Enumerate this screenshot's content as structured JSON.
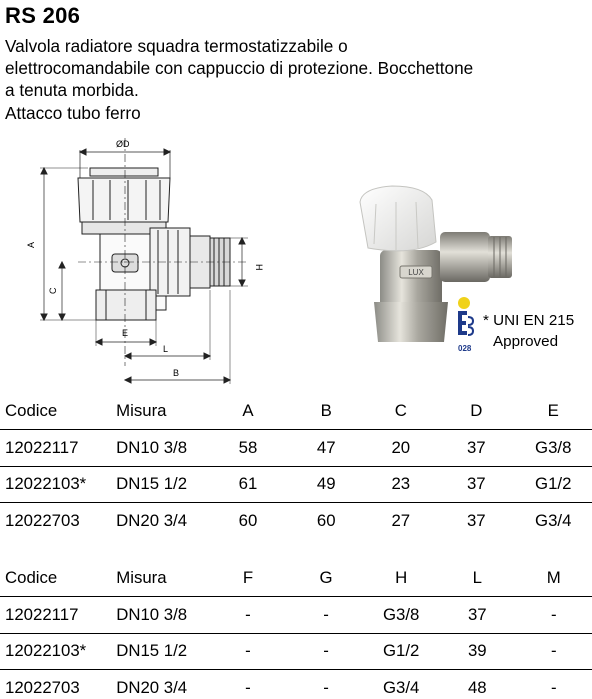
{
  "header": {
    "title": "RS 206",
    "description_lines": [
      "Valvola radiatore squadra termostatizzabile o",
      "elettrocomandabile con cappuccio di protezione. Bocchettone",
      "a tenuta morbida.",
      "Attacco tubo ferro"
    ]
  },
  "drawing": {
    "labels": {
      "diameter": "ØD",
      "a": "A",
      "c": "C",
      "e": "E",
      "l": "L",
      "b": "B",
      "h": "H"
    }
  },
  "photo": {
    "cap_label": "LUX"
  },
  "certification": {
    "badge_number": "028",
    "line1": "* UNI EN 215",
    "line2": "Approved"
  },
  "table1": {
    "headers": [
      "Codice",
      "Misura",
      "A",
      "B",
      "C",
      "D",
      "E"
    ],
    "rows": [
      [
        "12022117",
        "DN10 3/8",
        "58",
        "47",
        "20",
        "37",
        "G3/8"
      ],
      [
        "12022103*",
        "DN15 1/2",
        "61",
        "49",
        "23",
        "37",
        "G1/2"
      ],
      [
        "12022703",
        "DN20 3/4",
        "60",
        "60",
        "27",
        "37",
        "G3/4"
      ]
    ]
  },
  "table2": {
    "headers": [
      "Codice",
      "Misura",
      "F",
      "G",
      "H",
      "L",
      "M"
    ],
    "rows": [
      [
        "12022117",
        "DN10 3/8",
        "-",
        "-",
        "G3/8",
        "37",
        "-"
      ],
      [
        "12022103*",
        "DN15 1/2",
        "-",
        "-",
        "G1/2",
        "39",
        "-"
      ],
      [
        "12022703",
        "DN20 3/4",
        "-",
        "-",
        "G3/4",
        "48",
        "-"
      ]
    ]
  }
}
